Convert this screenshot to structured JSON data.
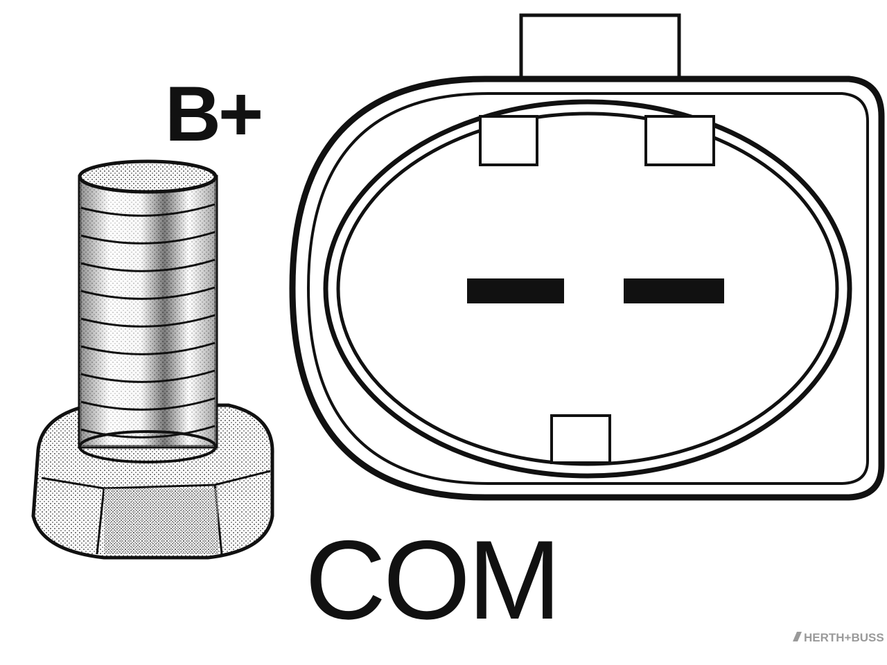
{
  "labels": {
    "terminal_b_plus": "B+",
    "terminal_com": "COM"
  },
  "watermark": {
    "mark": "HERTH+BUSS"
  },
  "colors": {
    "ink": "#111111",
    "paper": "#ffffff",
    "watermark": "#9a9a9a"
  }
}
